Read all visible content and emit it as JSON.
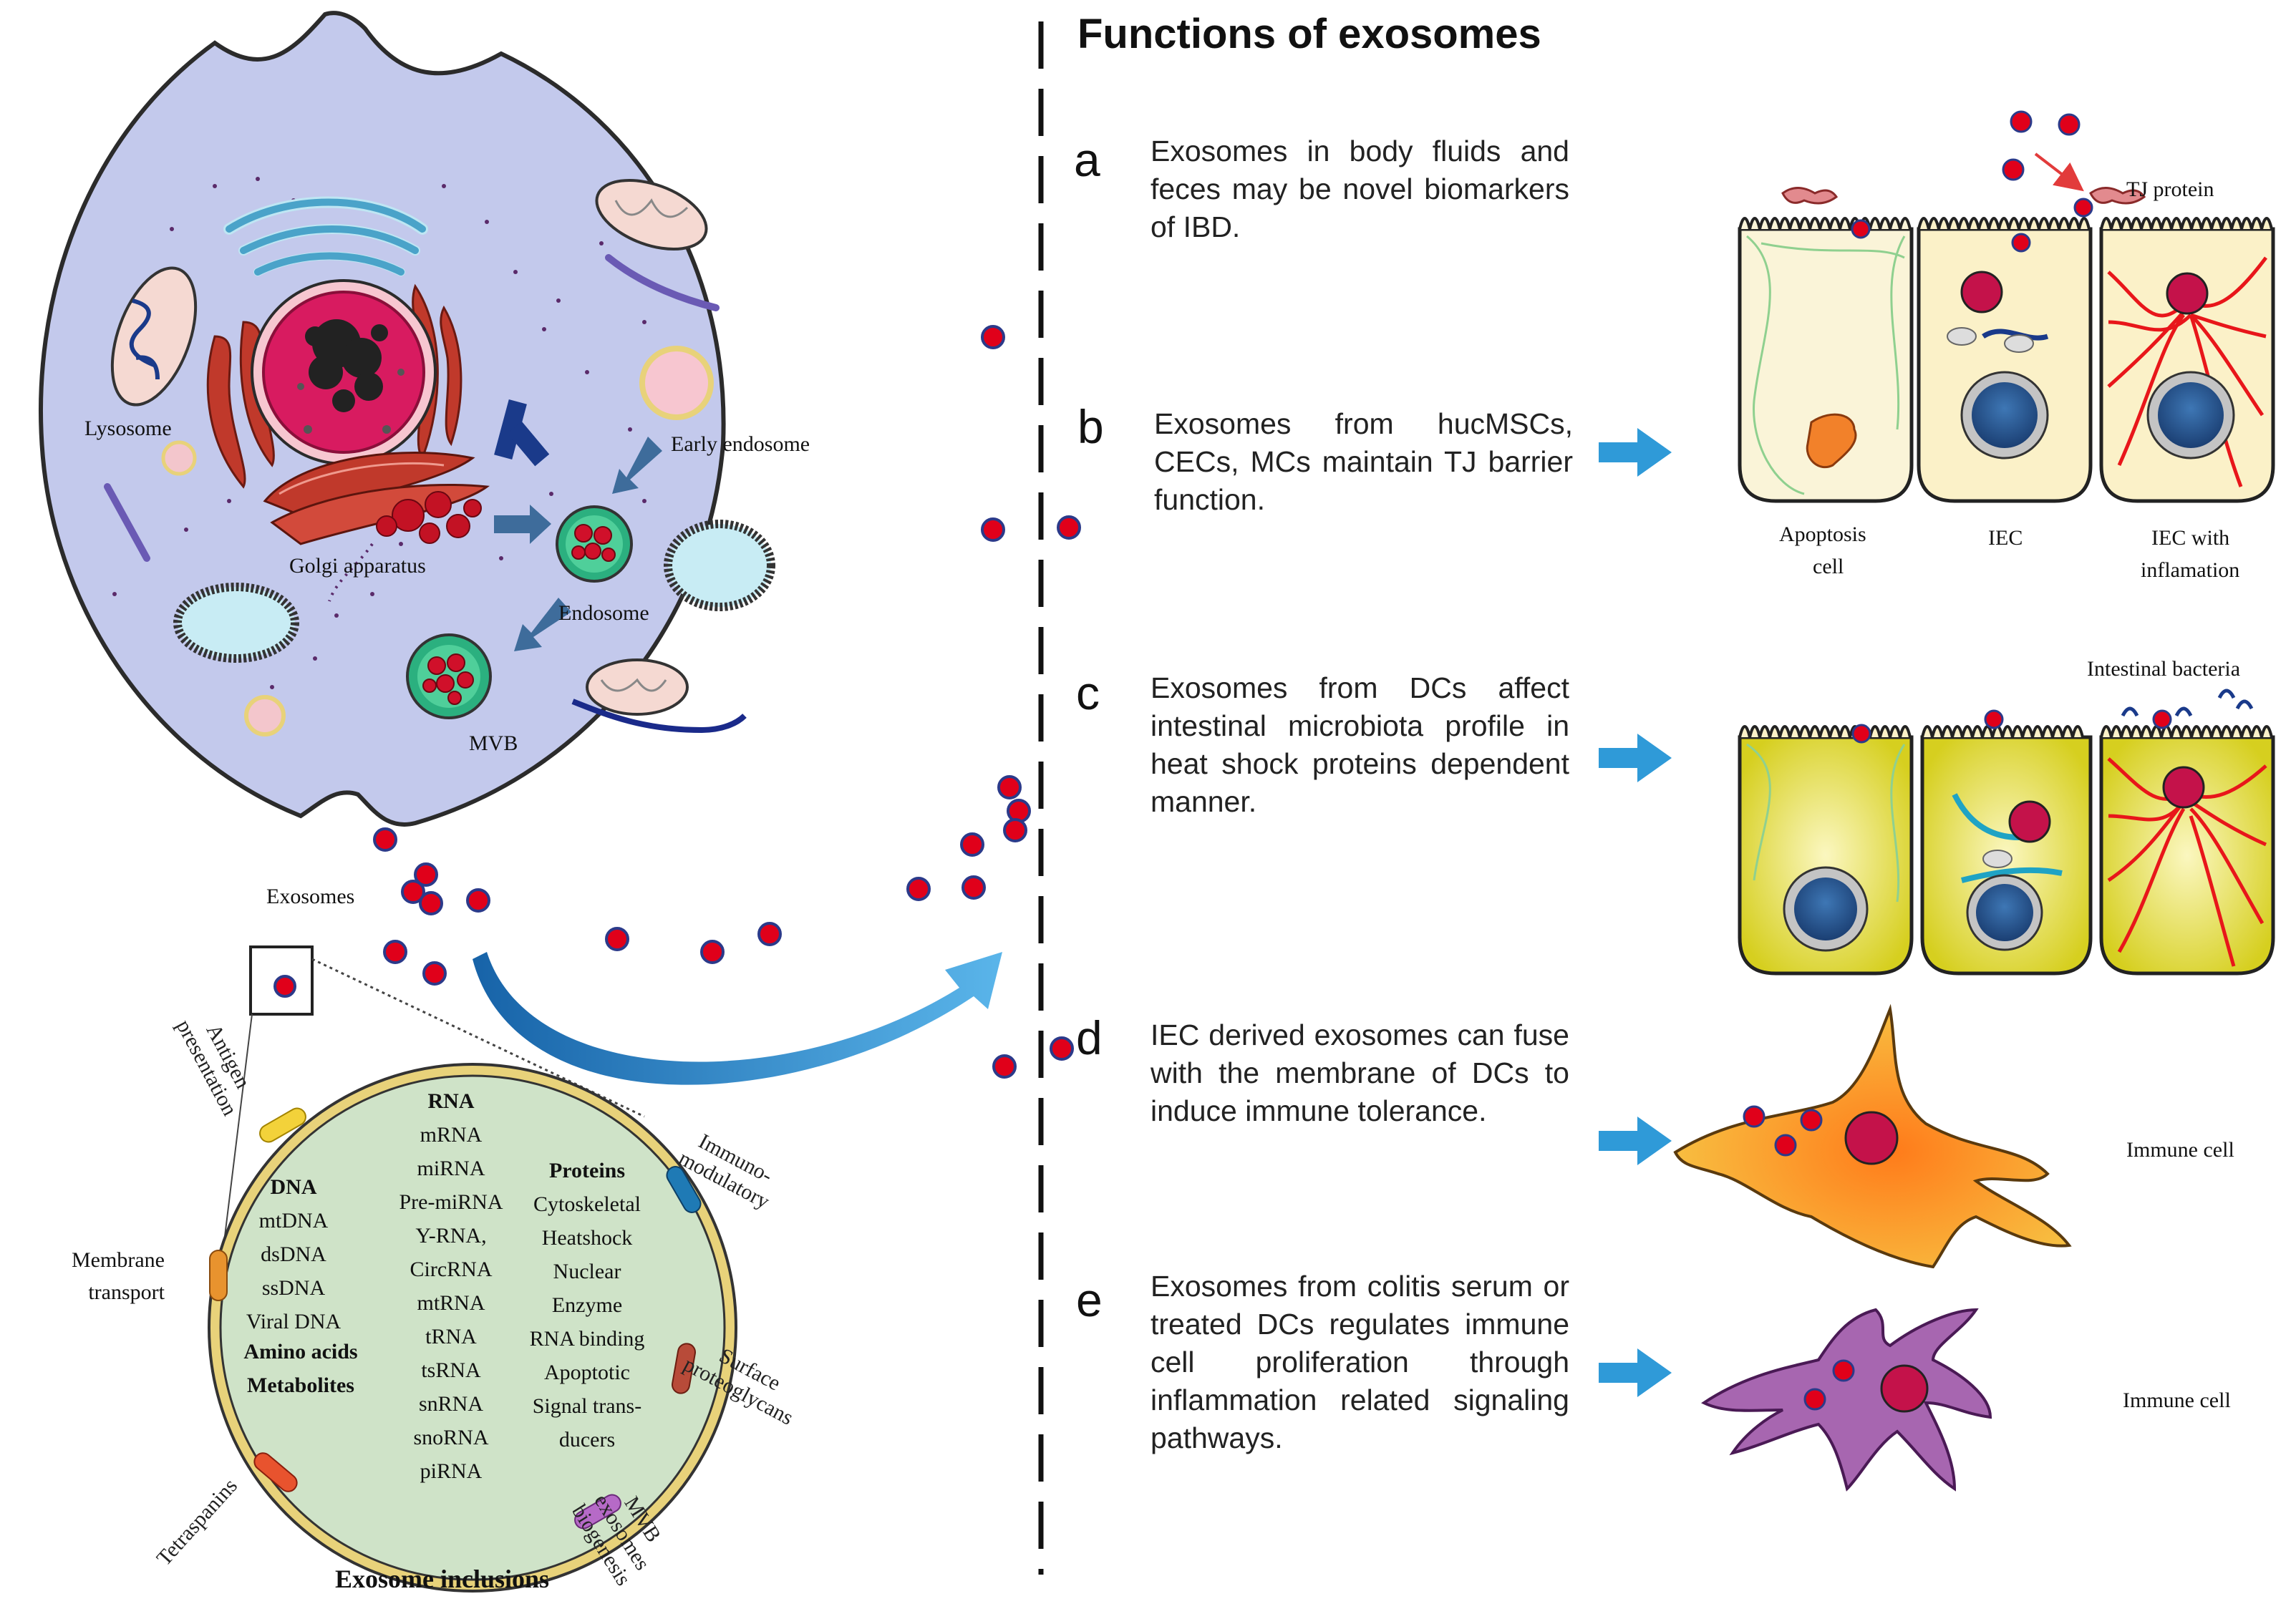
{
  "title": "Functions of exosomes",
  "cell_labels": {
    "lysosome": "Lysosome",
    "early_endosome": "Early endosome",
    "golgi": "Golgi apparatus",
    "endosome": "Endosome",
    "mvb": "MVB",
    "exosomes": "Exosomes"
  },
  "inclusions": {
    "title": "Exosome inclusions",
    "dna_heading": "DNA",
    "dna_items": [
      "mtDNA",
      "dsDNA",
      "ssDNA",
      "Viral DNA"
    ],
    "amino_acids": "Amino acids",
    "metabolites": "Metabolites",
    "rna_heading": "RNA",
    "rna_items": [
      "mRNA",
      "miRNA",
      "Pre-miRNA",
      "Y-RNA,",
      "CircRNA",
      "mtRNA",
      "tRNA",
      "tsRNA",
      "snRNA",
      "snoRNA",
      "piRNA"
    ],
    "protein_heading": "Proteins",
    "protein_items": [
      "Cytoskeletal",
      "Heatshock",
      "Nuclear",
      "Enzyme",
      "RNA binding",
      "Apoptotic",
      "Signal trans-",
      "ducers"
    ]
  },
  "membrane_labels": {
    "antigen": [
      "Antigen",
      "presentation"
    ],
    "immuno": [
      "Immuno-",
      "modulatory"
    ],
    "membrane_transport": [
      "Membrane",
      "transport"
    ],
    "surface": [
      "Surface",
      "proteoglycans"
    ],
    "tetraspanins": "Tetraspanins",
    "mvb": [
      "MVB",
      "exosomes",
      "biogenesis"
    ]
  },
  "functions": [
    {
      "letter": "a",
      "text": "Exosomes in body fluids and feces may be novel biomarkers of IBD."
    },
    {
      "letter": "b",
      "text": "Exosomes from hucMSCs, CECs, MCs maintain TJ barrier function."
    },
    {
      "letter": "c",
      "text": "Exosomes from DCs affect intestinal microbiota profile in heat shock proteins dependent manner."
    },
    {
      "letter": "d",
      "text": "IEC derived exosomes can fuse with the membrane of DCs to induce immune tolerance."
    },
    {
      "letter": "e",
      "text": "Exosomes from colitis serum or treated DCs regulates immune cell proliferation through inflammation related signaling pathways."
    }
  ],
  "panel_labels": {
    "tj_protein": "TJ protein",
    "apoptosis": [
      "Apoptosis",
      "cell"
    ],
    "iec": "IEC",
    "iec_inflam": [
      "IEC with",
      "inflamation"
    ],
    "bacteria": "Intestinal bacteria",
    "immune_d": "Immune cell",
    "immune_e": "Immune cell"
  },
  "colors": {
    "cell_body": "#c3c9ec",
    "cell_outline": "#2b2b2b",
    "nucleus": "#d81b60",
    "golgi": "#c0392b",
    "exosome_dot": "#e0001a",
    "arrow_blue": "#2f8fd0",
    "inclusion_fill": "#cfe3c8",
    "inclusion_ring": "#e8d27a",
    "iec_green": "#e6e43c",
    "dc_orange": "#f3a42a",
    "immune_purple": "#a766b0"
  }
}
